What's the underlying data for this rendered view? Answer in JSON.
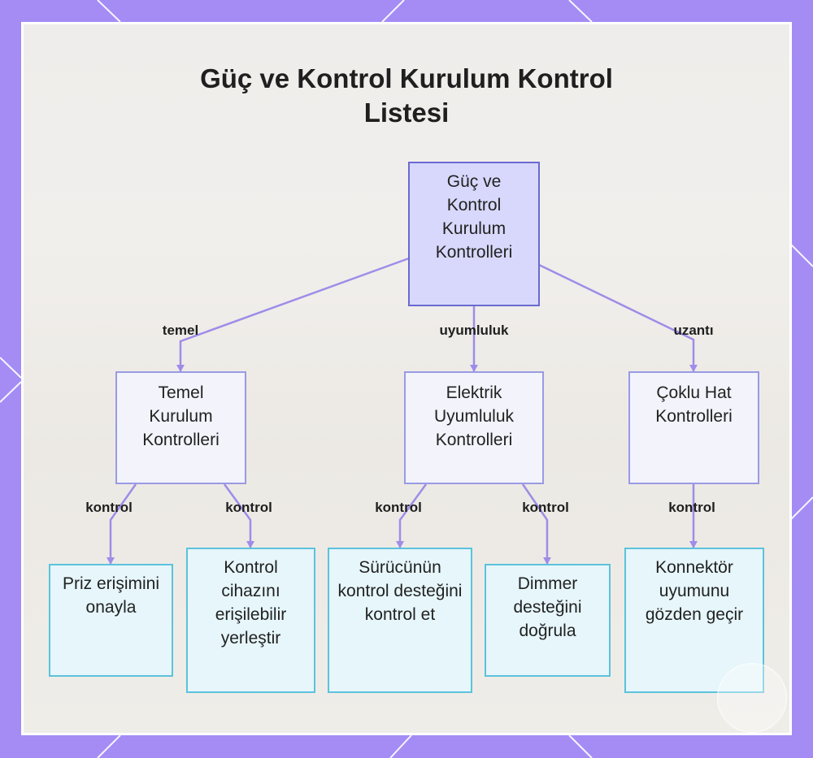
{
  "title": "Güç ve Kontrol Kurulum Kontrol Listesi",
  "colors": {
    "frame": "#a48cf4",
    "edge": "#9f8ce8",
    "root_fill": "#d8d8fc",
    "root_border": "#6a6ad0",
    "mid_fill": "#f3f3fb",
    "mid_border": "#9a9ae4",
    "leaf_fill": "#e6f6fb",
    "leaf_border": "#5cc2dc"
  },
  "nodes": {
    "root": "Güç ve Kontrol Kurulum Kontrolleri",
    "basic": "Temel Kurulum Kontrolleri",
    "electrical": "Elektrik Uyumluluk Kontrolleri",
    "multiline": "Çoklu Hat Kontrolleri",
    "outlet": "Priz erişimini onayla",
    "placement": "Kontrol cihazını erişilebilir yerleştir",
    "driver": "Sürücünün kontrol desteğini kontrol et",
    "dimmer": "Dimmer desteğini doğrula",
    "connector": "Konnektör uyumunu gözden geçir"
  },
  "edge_labels": {
    "root_basic": "temel",
    "root_electrical": "uyumluluk",
    "root_multiline": "uzantı",
    "basic_outlet": "kontrol",
    "basic_placement": "kontrol",
    "electrical_driver": "kontrol",
    "electrical_dimmer": "kontrol",
    "multiline_connector": "kontrol"
  }
}
